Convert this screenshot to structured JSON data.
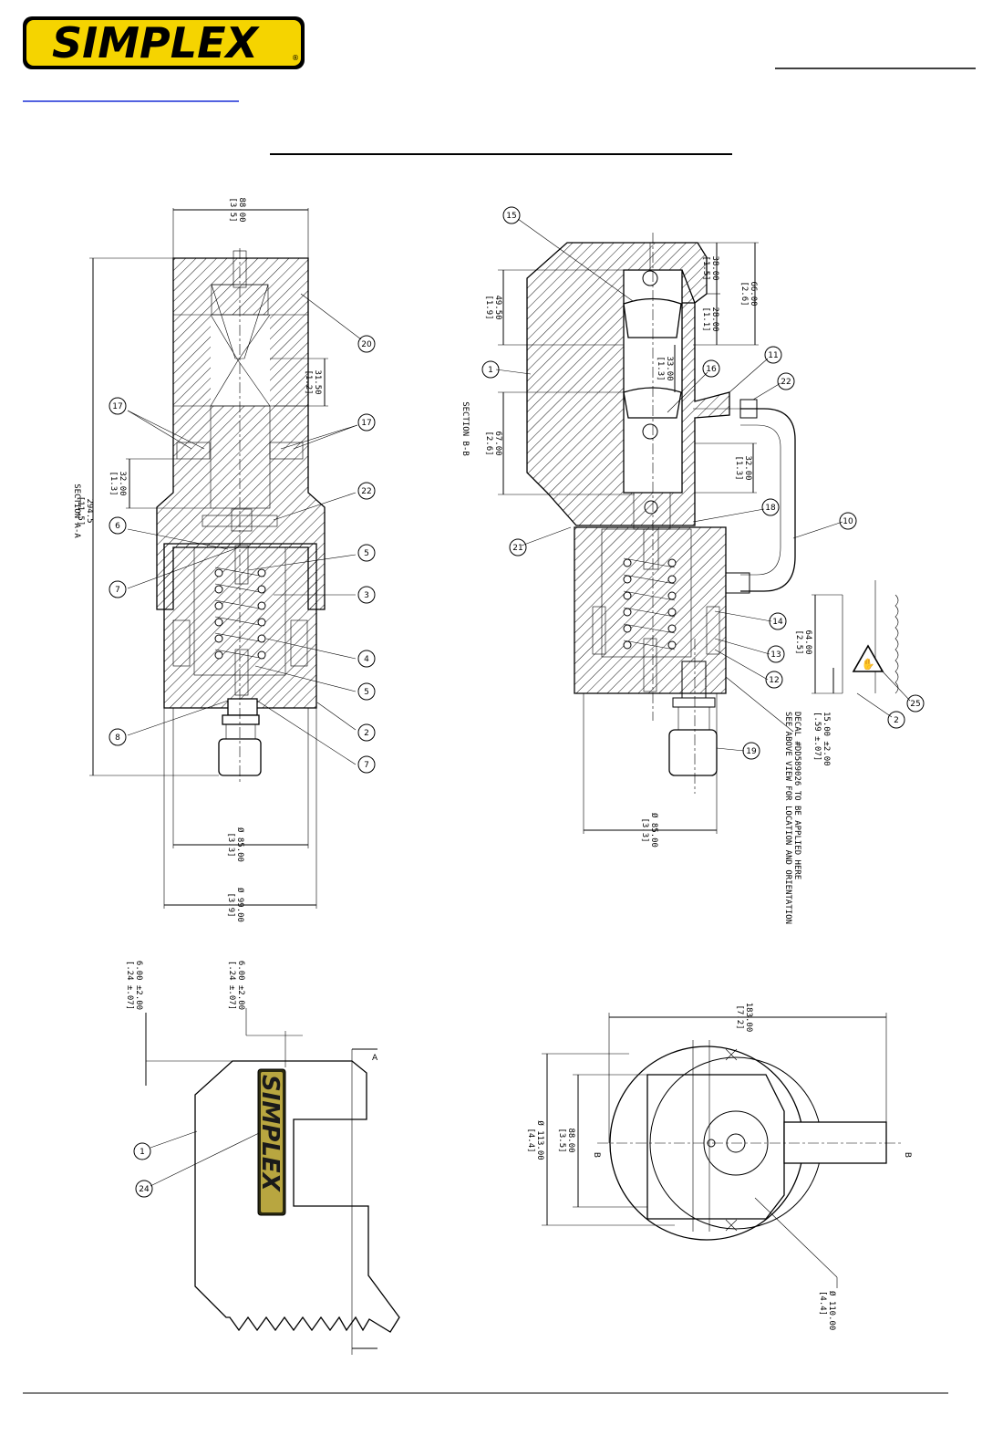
{
  "logo": {
    "text": "SIMPLEX",
    "reg": "®"
  },
  "decal": {
    "text": "SIMPLEX"
  },
  "sections": {
    "a": "SECTION A-A",
    "b": "SECTION B-B"
  },
  "dims": {
    "a_top": [
      "88.00",
      "[3.5]"
    ],
    "a_overall": [
      "294.5",
      "[11.5]"
    ],
    "a_d1": [
      "31.50",
      "[1.2]"
    ],
    "a_d2": [
      "32.00",
      "[1.3]"
    ],
    "a_dia85": [
      "Ø 85.00",
      "[3.3]"
    ],
    "a_dia99": [
      "Ø 99.00",
      "[3.9]"
    ],
    "b_38": [
      "38.00",
      "[1.5]"
    ],
    "b_66": [
      "66.00",
      "[2.6]"
    ],
    "b_28": [
      "28.00",
      "[1.1]"
    ],
    "b_49": [
      "49.50",
      "[1.9]"
    ],
    "b_33": [
      "33.00",
      "[1.3]"
    ],
    "b_67": [
      "67.00",
      "[2.6]"
    ],
    "b_32": [
      "32.00",
      "[1.3]"
    ],
    "b_dia85": [
      "Ø 85.00",
      "[3.3]"
    ],
    "det_64": [
      "64.00",
      "[2.5]"
    ],
    "det_15": [
      "15.00 ±2.00",
      "[.59 ±.07]"
    ],
    "s1": [
      "6.00 ±2.00",
      "[.24 ±.07]"
    ],
    "s2": [
      "6.00 ±2.00",
      "[.24 ±.07]"
    ],
    "t_183": [
      "183.00",
      "[7.2]"
    ],
    "t_88": [
      "88.00",
      "[3.5]"
    ],
    "t_113": [
      "Ø 113.00",
      "[4.4]"
    ],
    "t_110": [
      "Ø 110.00",
      "[4.4]"
    ]
  },
  "note": [
    "DECAL #DD589026 TO BE APPLIED HERE",
    "SEE ABOVE VIEW FOR LOCATION AND ORIENTATION"
  ],
  "view_letters": {
    "a": "A",
    "b": "B"
  },
  "callouts": {
    "c20": "20",
    "c17a": "17",
    "c17b": "17",
    "c22a": "22",
    "c6": "6",
    "c5a": "5",
    "c3": "3",
    "c7a": "7",
    "c4": "4",
    "c5b": "5",
    "c2a": "2",
    "c8": "8",
    "c7b": "7",
    "c15": "15",
    "c1a": "1",
    "c16": "16",
    "c11": "11",
    "c22b": "22",
    "c18": "18",
    "c10": "10",
    "c21": "21",
    "c14": "14",
    "c13": "13",
    "c12": "12",
    "c19": "19",
    "c25": "25",
    "c2b": "2",
    "c1b": "1",
    "c24": "24"
  }
}
